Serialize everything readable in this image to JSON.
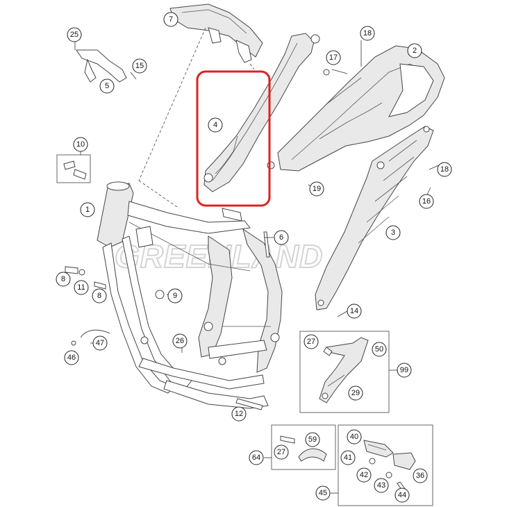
{
  "watermark": "GREENLAND",
  "highlighted_part": "4",
  "callouts": [
    "1",
    "2",
    "3",
    "4",
    "5",
    "6",
    "7",
    "8",
    "8",
    "9",
    "10",
    "11",
    "12",
    "14",
    "15",
    "16",
    "17",
    "18",
    "18",
    "19",
    "25",
    "26",
    "27",
    "27",
    "29",
    "36",
    "40",
    "41",
    "42",
    "43",
    "44",
    "45",
    "46",
    "47",
    "50",
    "59",
    "64",
    "99"
  ]
}
